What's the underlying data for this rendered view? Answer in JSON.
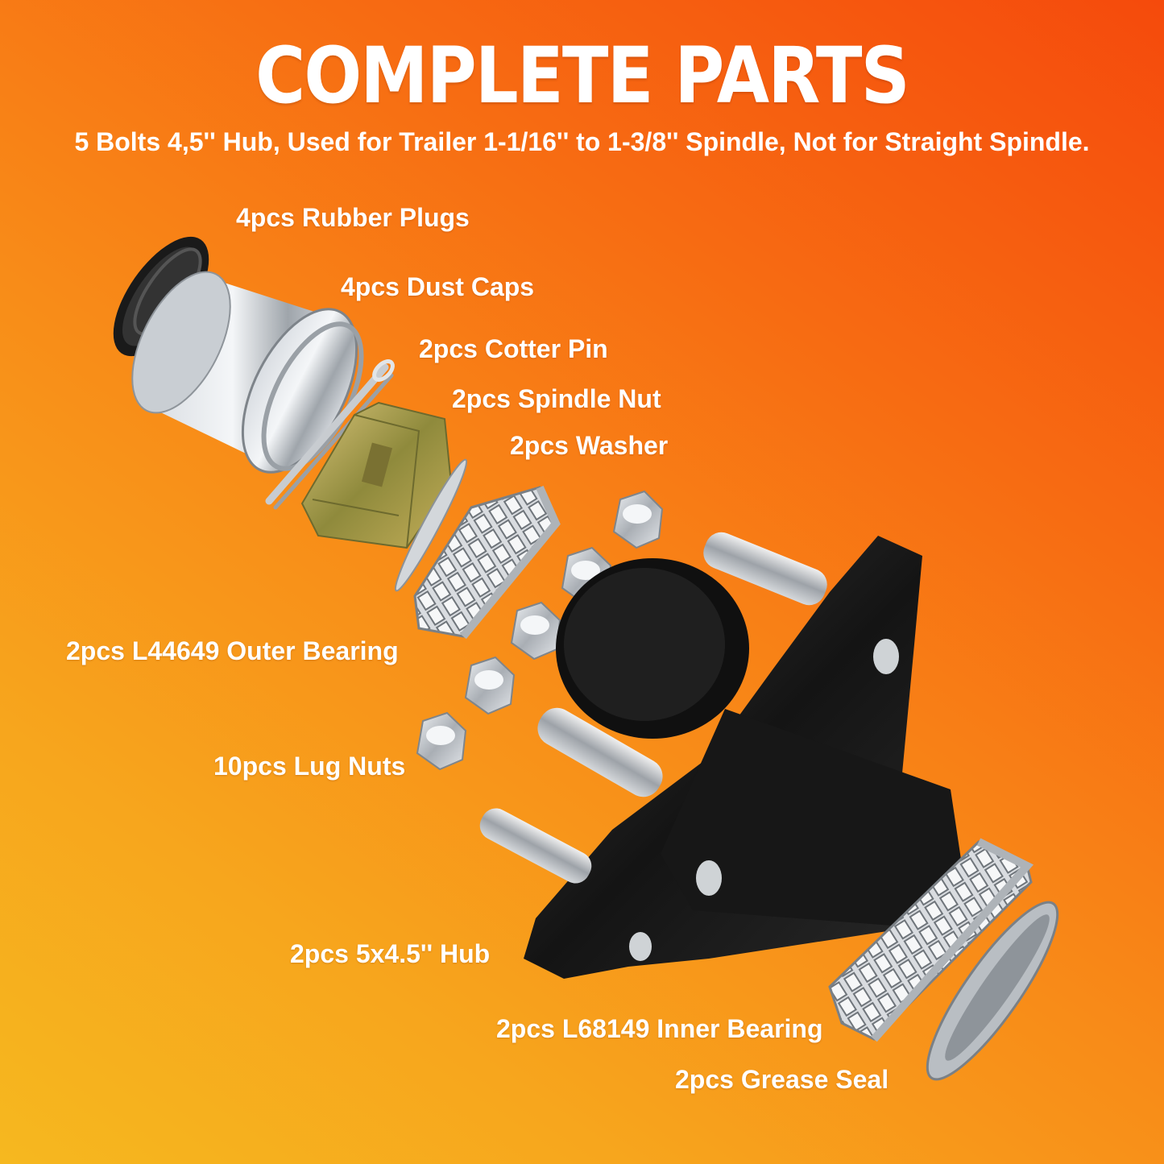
{
  "header": {
    "title": "COMPLETE PARTS",
    "subtitle": "5 Bolts 4,5'' Hub, Used for Trailer 1-1/16'' to 1-3/8'' Spindle, Not for Straight Spindle."
  },
  "parts": [
    {
      "id": "rubber-plugs",
      "label": "4pcs Rubber Plugs"
    },
    {
      "id": "dust-caps",
      "label": "4pcs Dust Caps"
    },
    {
      "id": "cotter-pin",
      "label": "2pcs Cotter Pin"
    },
    {
      "id": "spindle-nut",
      "label": "2pcs Spindle Nut"
    },
    {
      "id": "washer",
      "label": "2pcs Washer"
    },
    {
      "id": "outer-bearing",
      "label": "2pcs L44649 Outer Bearing"
    },
    {
      "id": "lug-nuts",
      "label": "10pcs Lug Nuts"
    },
    {
      "id": "hub",
      "label": "2pcs 5x4.5'' Hub"
    },
    {
      "id": "inner-bearing",
      "label": "2pcs L68149 Inner Bearing"
    },
    {
      "id": "grease-seal",
      "label": "2pcs Grease Seal"
    }
  ],
  "colors": {
    "background_top": "#f54a0c",
    "background_bottom": "#f6b81f",
    "text": "#ffffff",
    "hub": "#1c1c1c",
    "metal": "#c9ccd0",
    "zinc_yellow": "#b8a24a"
  }
}
